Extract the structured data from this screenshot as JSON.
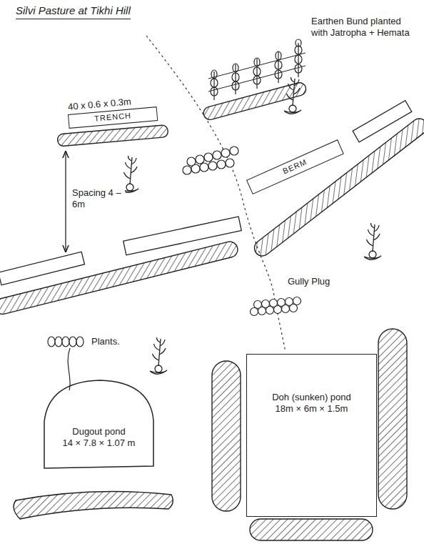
{
  "diagram": {
    "title": "Silvi Pasture at Tikhi Hill",
    "nodes": [
      {
        "text": [
          "40 x 0.6 x 0.3m",
          "TRENCH"
        ]
      },
      {
        "text": [
          "BERM"
        ]
      },
      {
        "text": [
          "Doh (sunken) pond",
          "18m × 6m × 1.5m"
        ]
      },
      {
        "text": [
          "Dugout pond",
          "14 × 7.8 × 1.07 m"
        ]
      }
    ],
    "labels": [
      "Earthen Bund planted with Jatropha + Hemata",
      "Spacing 4 – 6m",
      "Gully Plug",
      "Plants."
    ]
  }
}
